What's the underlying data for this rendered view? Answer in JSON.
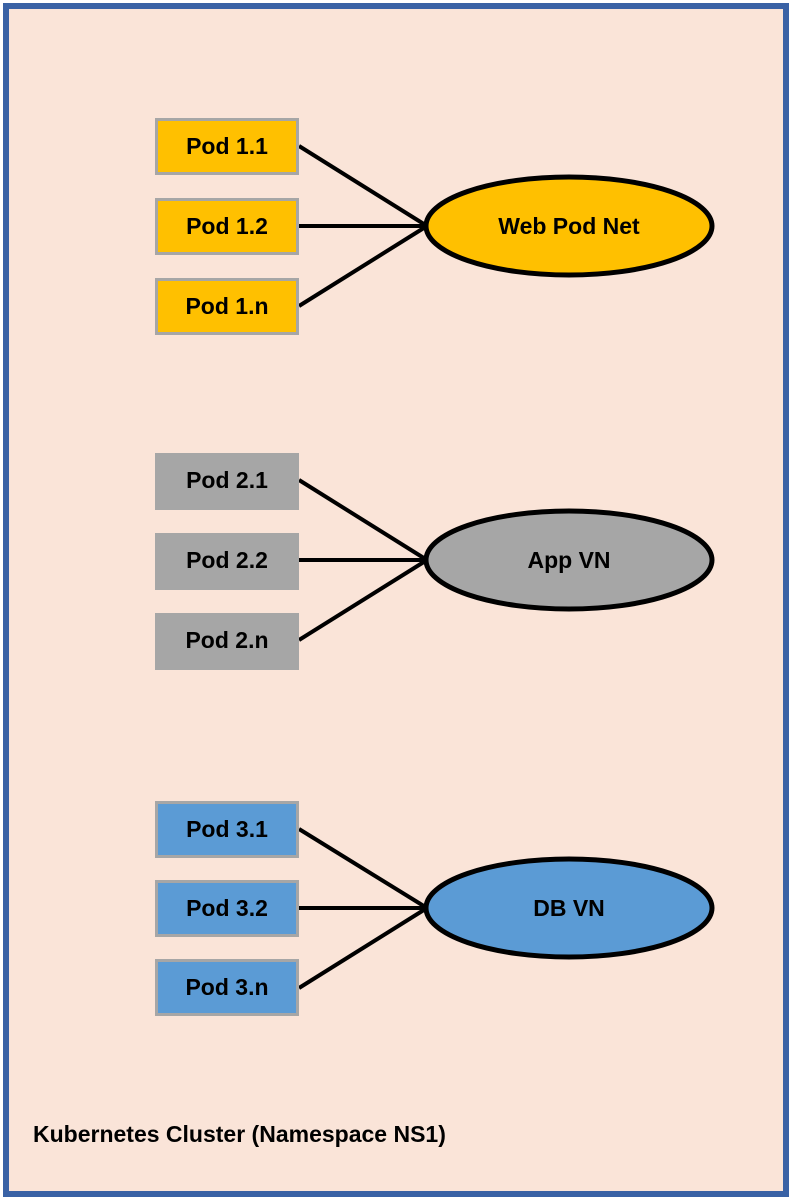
{
  "diagram": {
    "caption": "Kubernetes Cluster (Namespace NS1)",
    "background_color": "#FAE4D8",
    "frame_color": "#3A62A5",
    "connector_color": "#000000",
    "pod_border_color": "#A6A6A6",
    "groups": [
      {
        "id": "web",
        "fill": "#FFC000",
        "pods": [
          {
            "label": "Pod 1.1"
          },
          {
            "label": "Pod 1.2"
          },
          {
            "label": "Pod 1.n"
          }
        ],
        "network": {
          "label": "Web Pod Net"
        }
      },
      {
        "id": "app",
        "fill": "#A6A6A6",
        "pods": [
          {
            "label": "Pod 2.1"
          },
          {
            "label": "Pod 2.2"
          },
          {
            "label": "Pod 2.n"
          }
        ],
        "network": {
          "label": "App VN"
        }
      },
      {
        "id": "db",
        "fill": "#5B9BD5",
        "pods": [
          {
            "label": "Pod 3.1"
          },
          {
            "label": "Pod 3.2"
          },
          {
            "label": "Pod 3.n"
          }
        ],
        "network": {
          "label": "DB VN"
        }
      }
    ]
  }
}
